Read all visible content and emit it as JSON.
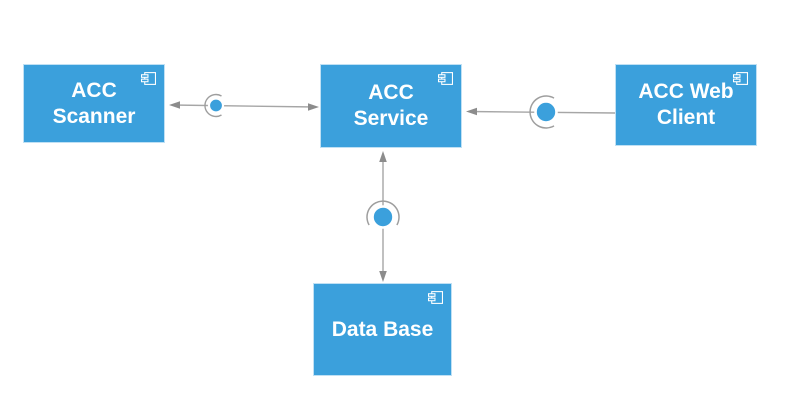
{
  "diagram": {
    "type": "uml-component-diagram",
    "colors": {
      "background": "#ffffff",
      "node_fill": "#3ba0dc",
      "node_border": "#bfe0f4",
      "node_text": "#ffffff",
      "connector": "#a6a6a6",
      "arrowhead": "#8c8c8c",
      "ball_fill": "#3ba0dc",
      "ball_ring": "#ffffff",
      "socket_arc": "#9e9e9e"
    },
    "nodes": [
      {
        "id": "acc-scanner",
        "label": "ACC Scanner",
        "shape": "uml-component",
        "icon": "component-icon"
      },
      {
        "id": "acc-service",
        "label": "ACC Service",
        "shape": "uml-component",
        "icon": "component-icon"
      },
      {
        "id": "acc-web-client",
        "label": "ACC Web Client",
        "shape": "uml-component",
        "icon": "component-icon"
      },
      {
        "id": "data-base",
        "label": "Data Base",
        "shape": "uml-component",
        "icon": "component-icon"
      }
    ],
    "connectors": [
      {
        "id": "service-scanner",
        "from": "acc-service",
        "to": "acc-scanner",
        "style": "ball-and-socket",
        "arrows": "both-ends",
        "socket_opens": "right"
      },
      {
        "id": "web-client-service",
        "from": "acc-web-client",
        "to": "acc-service",
        "style": "ball-and-socket",
        "arrows": "at-service",
        "socket_opens": "right"
      },
      {
        "id": "service-database",
        "from": "acc-service",
        "to": "data-base",
        "style": "ball-and-socket",
        "arrows": "both-ends",
        "socket_opens": "bottom"
      }
    ]
  }
}
